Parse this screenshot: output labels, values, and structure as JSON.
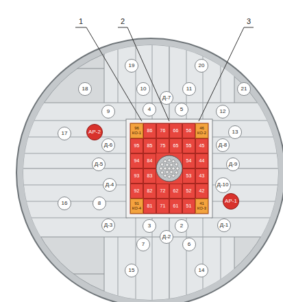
{
  "diagram": {
    "nodes": [
      {
        "text": [
          "19"
        ]
      },
      {
        "text": [
          "20"
        ]
      },
      {
        "text": [
          "18"
        ]
      },
      {
        "text": [
          "10"
        ]
      },
      {
        "text": [
          "11"
        ]
      },
      {
        "text": [
          "21"
        ]
      },
      {
        "text": [
          "Д-7"
        ]
      },
      {
        "text": [
          "4"
        ]
      },
      {
        "text": [
          "5"
        ]
      },
      {
        "text": [
          "9"
        ]
      },
      {
        "text": [
          "12"
        ]
      },
      {
        "text": [
          "17"
        ]
      },
      {
        "text": [
          "АР-2"
        ]
      },
      {
        "text": [
          "13"
        ]
      },
      {
        "text": [
          "96",
          "КО-1"
        ]
      },
      {
        "text": [
          "86"
        ]
      },
      {
        "text": [
          "76"
        ]
      },
      {
        "text": [
          "66"
        ]
      },
      {
        "text": [
          "56"
        ]
      },
      {
        "text": [
          "46",
          "КО-2"
        ]
      },
      {
        "text": [
          "95"
        ]
      },
      {
        "text": [
          "85"
        ]
      },
      {
        "text": [
          "75"
        ]
      },
      {
        "text": [
          "65"
        ]
      },
      {
        "text": [
          "55"
        ]
      },
      {
        "text": [
          "45"
        ]
      },
      {
        "text": [
          "94"
        ]
      },
      {
        "text": [
          "84"
        ]
      },
      {
        "text": [
          "54"
        ]
      },
      {
        "text": [
          "44"
        ]
      },
      {
        "text": [
          "93"
        ]
      },
      {
        "text": [
          "83"
        ]
      },
      {
        "text": [
          "53"
        ]
      },
      {
        "text": [
          "43"
        ]
      },
      {
        "text": [
          "92"
        ]
      },
      {
        "text": [
          "82"
        ]
      },
      {
        "text": [
          "72"
        ]
      },
      {
        "text": [
          "62"
        ]
      },
      {
        "text": [
          "52"
        ]
      },
      {
        "text": [
          "42"
        ]
      },
      {
        "text": [
          "91",
          "КО-4"
        ]
      },
      {
        "text": [
          "81"
        ]
      },
      {
        "text": [
          "71"
        ]
      },
      {
        "text": [
          "61"
        ]
      },
      {
        "text": [
          "51"
        ]
      },
      {
        "text": [
          "41",
          "КО-3"
        ]
      },
      {
        "text": [
          "Д-6"
        ]
      },
      {
        "text": [
          "Д-8"
        ]
      },
      {
        "text": [
          "Д-5"
        ]
      },
      {
        "text": [
          "Д-9"
        ]
      },
      {
        "text": [
          "Д-4"
        ]
      },
      {
        "text": [
          "Д-10"
        ]
      },
      {
        "text": [
          "8"
        ]
      },
      {
        "text": [
          "16"
        ]
      },
      {
        "text": [
          "АР-1"
        ]
      },
      {
        "text": [
          "Д-3"
        ]
      },
      {
        "text": [
          "Д-1"
        ]
      },
      {
        "text": [
          "3"
        ]
      },
      {
        "text": [
          "2"
        ]
      },
      {
        "text": [
          "Д-2"
        ]
      },
      {
        "text": [
          "7"
        ]
      },
      {
        "text": [
          "6"
        ]
      },
      {
        "text": [
          "15"
        ]
      },
      {
        "text": [
          "14"
        ]
      }
    ],
    "labels": [
      "1",
      "2",
      "3"
    ]
  }
}
